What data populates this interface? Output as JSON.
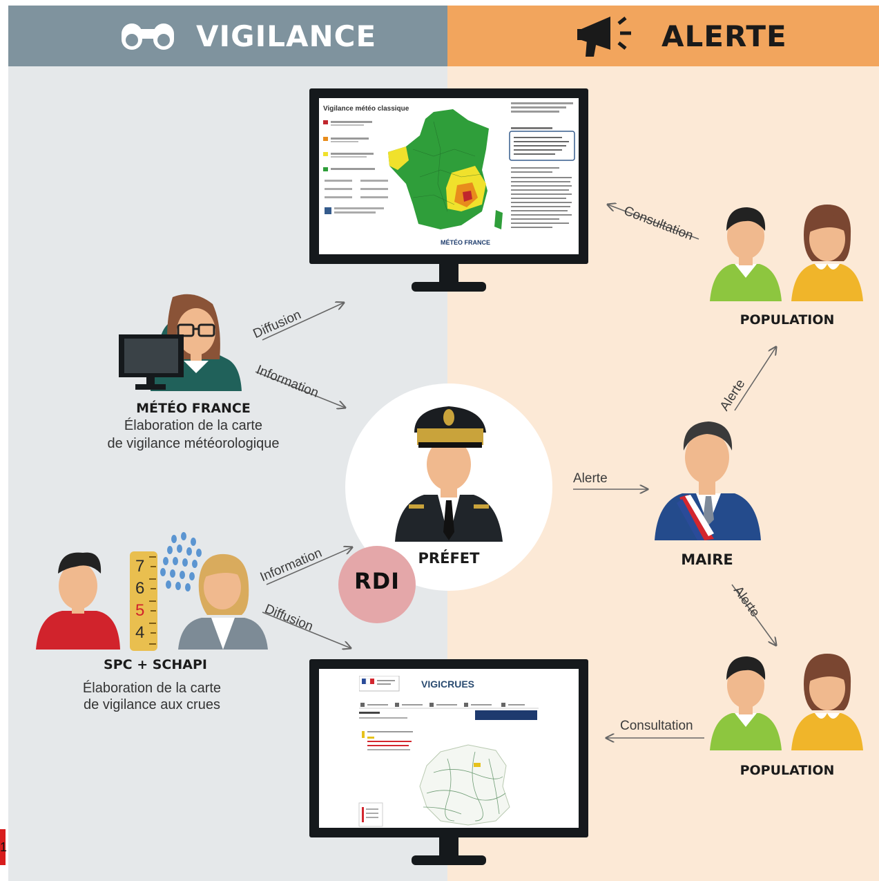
{
  "header": {
    "vigilance_title": "VIGILANCE",
    "alerte_title": "ALERTE",
    "vigilance_icon": "binoculars-icon",
    "alerte_icon": "megaphone-icon"
  },
  "colors": {
    "vigilance_header": "#7f939e",
    "alerte_header": "#f2a55d",
    "vigilance_bg": "#e5e8ea",
    "alerte_bg": "#fce9d6",
    "rdi_circle": "#e4a7a9"
  },
  "actors": {
    "meteo_france": {
      "name": "MÉTÉO FRANCE",
      "line1": "Élaboration de la carte",
      "line2": "de vigilance météorologique"
    },
    "spc_schapi": {
      "name": "SPC + SCHAPI",
      "line1": "Élaboration de la carte",
      "line2": "de vigilance aux crues"
    },
    "prefet": {
      "name": "PRÉFET"
    },
    "rdi": {
      "name": "RDI"
    },
    "maire": {
      "name": "MAIRE"
    },
    "population_top": {
      "name": "POPULATION"
    },
    "population_bottom": {
      "name": "POPULATION"
    }
  },
  "arrows": {
    "meteo_diffusion": "Diffusion",
    "meteo_information": "Information",
    "spc_information": "Information",
    "spc_diffusion": "Diffusion",
    "prefet_to_maire": "Alerte",
    "maire_to_population_top": "Alerte",
    "maire_to_population_bottom": "Alerte",
    "population_top_consultation": "Consultation",
    "population_bottom_consultation": "Consultation"
  },
  "screens": {
    "meteo_map": {
      "title": "Vigilance météo classique",
      "brand": "MÉTÉO FRANCE"
    },
    "vigicrues": {
      "title": "VIGICRUES"
    }
  },
  "ruler_marks": [
    "7",
    "6",
    "5",
    "4"
  ],
  "corner_mark": "1"
}
